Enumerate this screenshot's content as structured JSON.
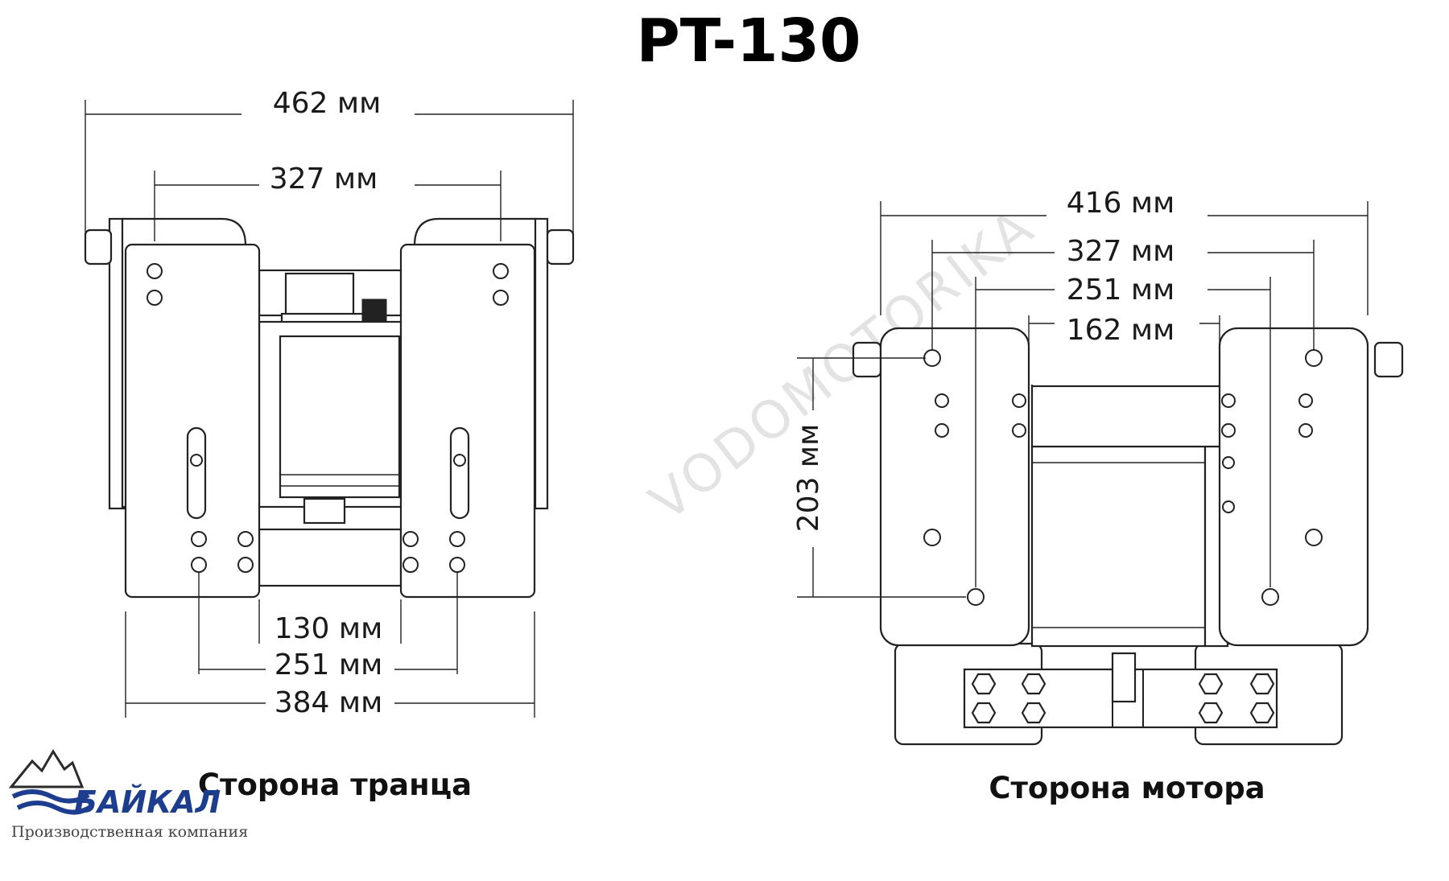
{
  "title": "PT-130",
  "watermark": "VODOMOTORIKA",
  "transom_view": {
    "caption": "Сторона транца",
    "dimensions": {
      "overall_width": "462 мм",
      "top_hole_spacing": "327 мм",
      "inner_gap": "130 мм",
      "lower_hole_spacing": "251 мм",
      "plate_span": "384 мм"
    }
  },
  "motor_view": {
    "caption": "Сторона мотора",
    "dimensions": {
      "overall_width": "416 мм",
      "hole_spacing_327": "327 мм",
      "hole_spacing_251": "251 мм",
      "hole_spacing_162": "162 мм",
      "vertical_hole_spacing": "203 мм"
    }
  },
  "logo": {
    "brand": "БАЙКАЛ",
    "subtitle": "Производственная компания",
    "colors": {
      "brand_blue": "#1d3d8f",
      "mountain": "#2b2b2b"
    }
  }
}
